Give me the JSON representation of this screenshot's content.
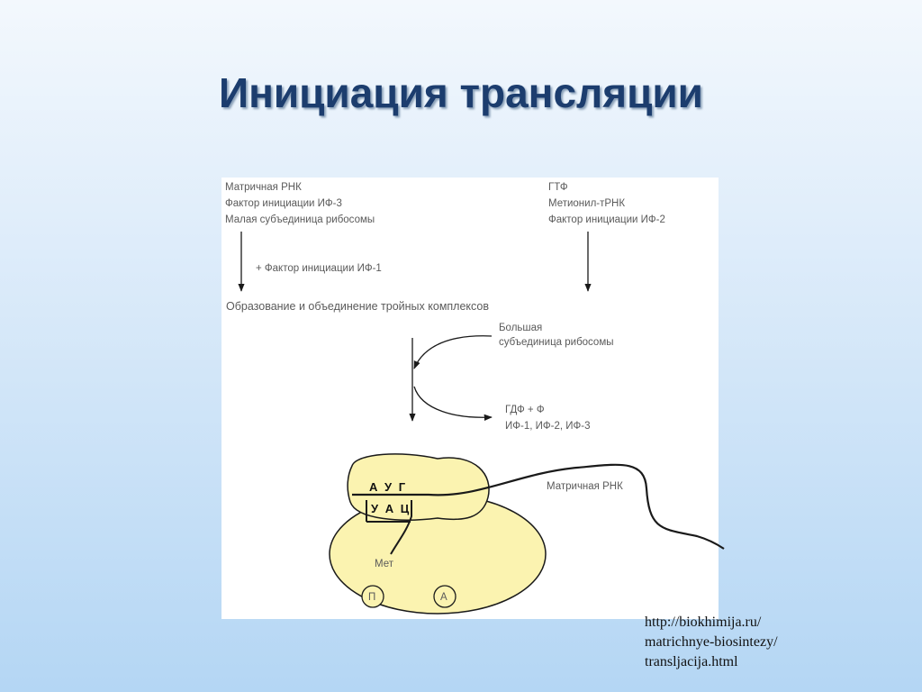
{
  "slide": {
    "title": "Инициация трансляции"
  },
  "diagram": {
    "left_group": [
      "Матричная РНК",
      "Фактор инициации ИФ-3",
      "Малая субъединица рибосомы"
    ],
    "right_group": [
      "ГТФ",
      "Метионил-тРНК",
      "Фактор инициации ИФ-2"
    ],
    "step_factor": "+ Фактор инициации ИФ-1",
    "complex_formation": "Образование и объединение тройных комплексов",
    "large_subunit": [
      "Большая",
      "субъединица рибосомы"
    ],
    "released": [
      "ГДФ + Ф",
      "ИФ-1, ИФ-2, ИФ-3"
    ],
    "codon": "А У Г",
    "anticodon": "У А Ц",
    "amino_acid": "Мет",
    "site_p": "П",
    "site_a": "А",
    "mrna_label": "Матричная РНК",
    "colors": {
      "ribosome_fill": "#fbf3b0",
      "line": "#1a1a1a",
      "text": "#5a5a5a",
      "complex_text": "#8a8a8a",
      "title": "#1c3d6e"
    }
  },
  "source": {
    "line1": "http://biokhimija.ru/",
    "line2": "matrichnye-biosintezy/",
    "line3": "transljacija.html"
  }
}
